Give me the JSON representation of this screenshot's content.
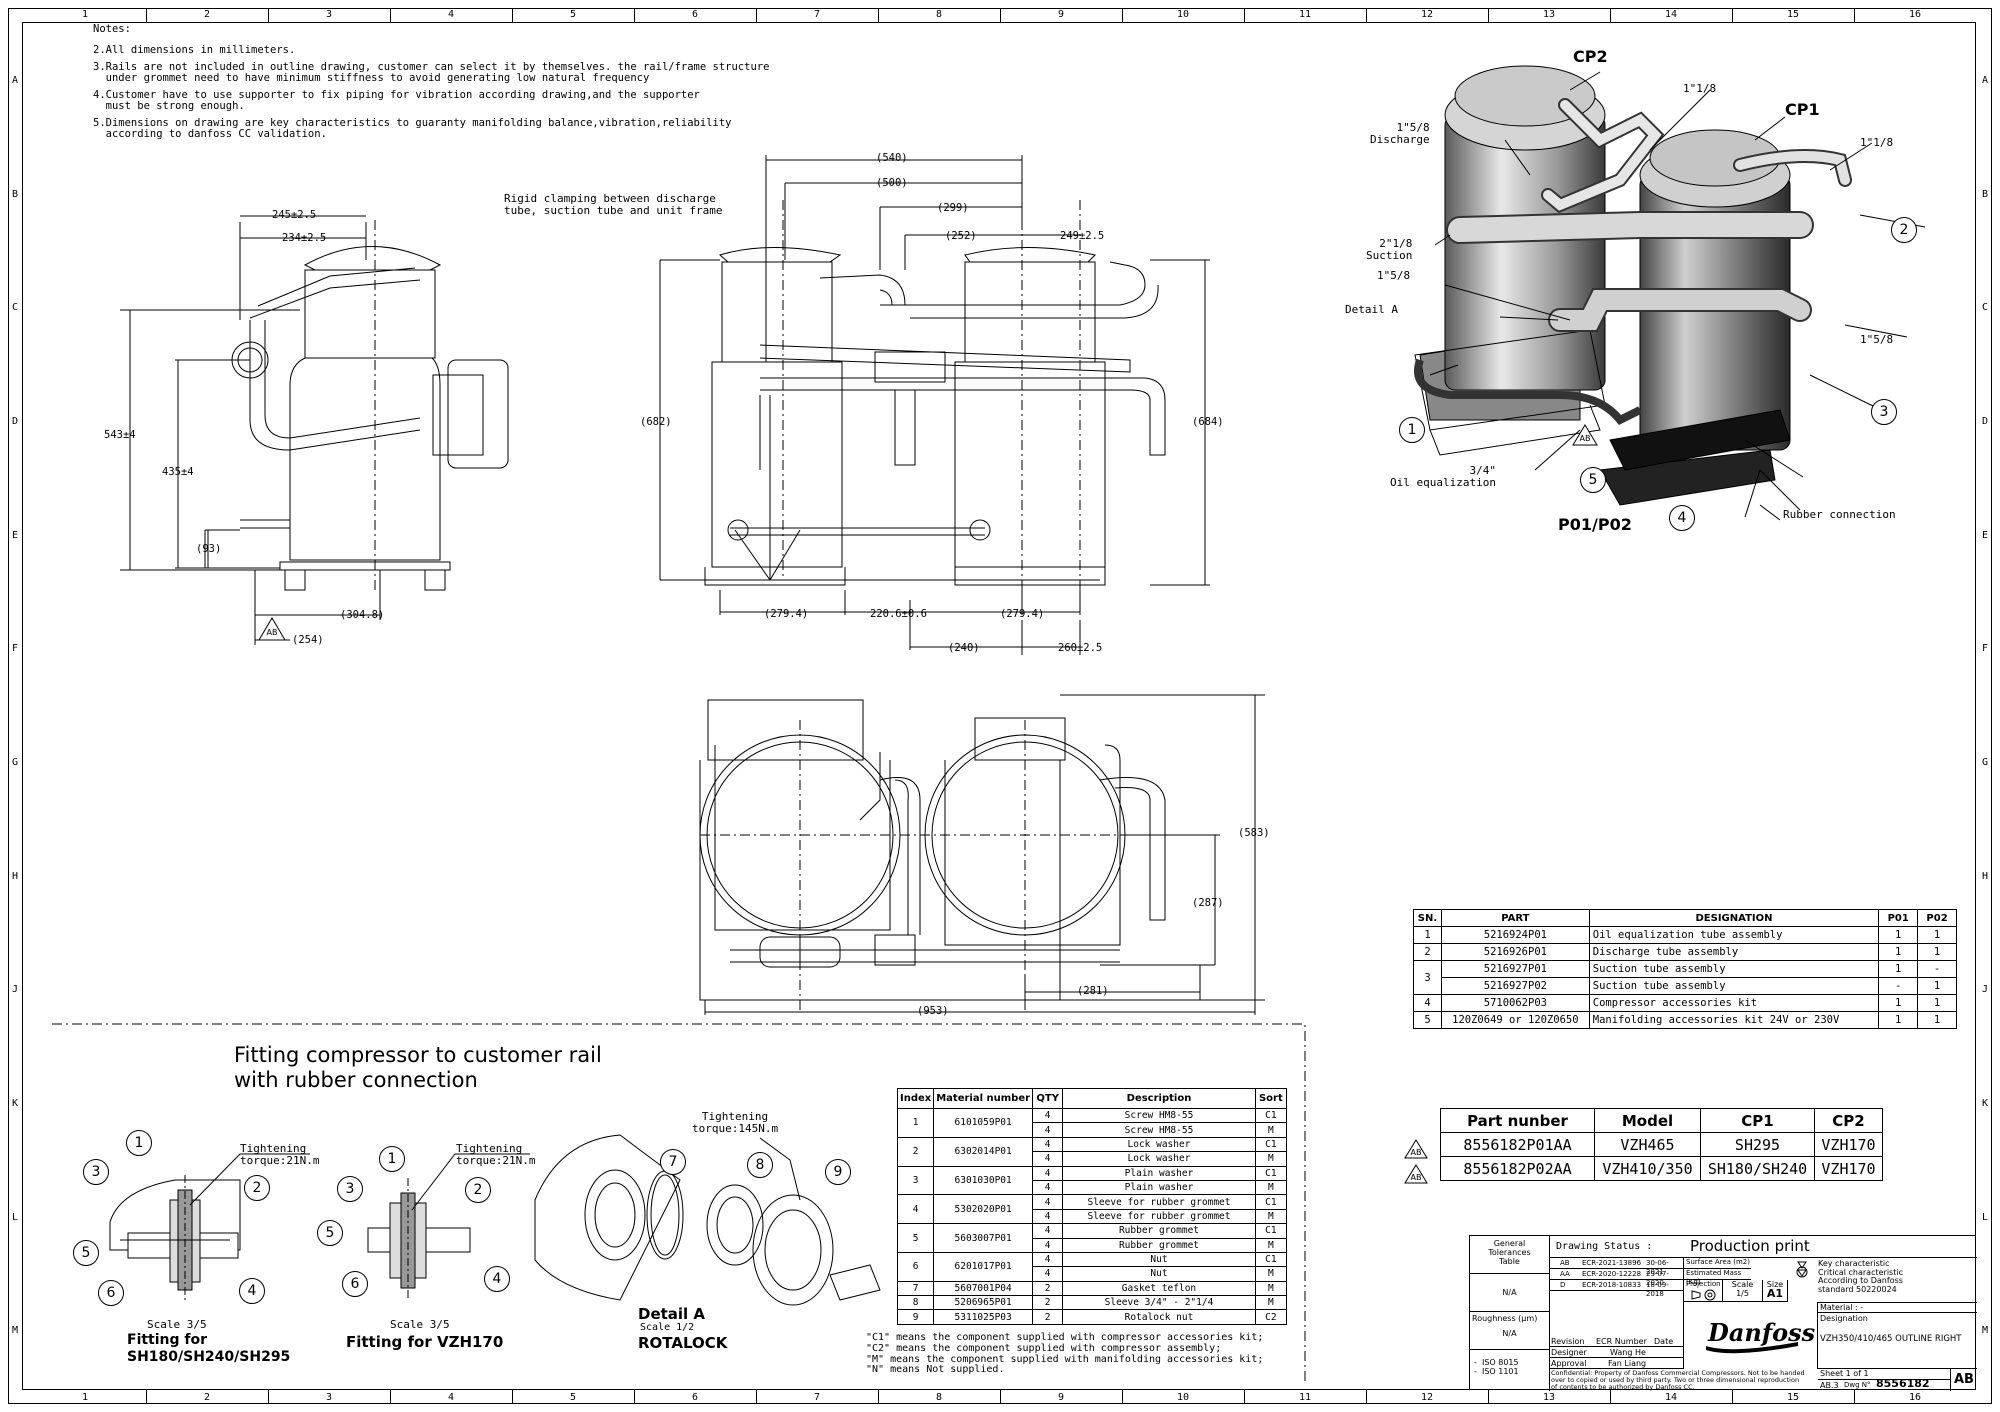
{
  "zones": {
    "columns": [
      "1",
      "2",
      "3",
      "4",
      "5",
      "6",
      "7",
      "8",
      "9",
      "10",
      "11",
      "12",
      "13",
      "14",
      "15",
      "16"
    ],
    "rows": [
      "A",
      "B",
      "C",
      "D",
      "E",
      "F",
      "G",
      "H",
      "J",
      "K",
      "L",
      "M"
    ]
  },
  "notes": {
    "title": "Notes:",
    "items": [
      "2.All dimensions in millimeters.",
      "3.Rails are not included in outline drawing, customer can select it by themselves. the rail/frame structure\n  under grommet need to have minimum stiffness to avoid generating low natural frequency",
      "4.Customer have to use supporter to fix piping for vibration according drawing,and the supporter\n  must be strong enough.",
      "5.Dimensions on drawing are key characteristics to guaranty manifolding balance,vibration,reliability\n  according to danfoss CC validation."
    ]
  },
  "side_view": {
    "d245": "245±2.5",
    "d234": "234±2.5",
    "d543": "543±4",
    "d435": "435±4",
    "d93": "(93)",
    "d3048": "(304.8)",
    "d254": "(254)",
    "ab": "AB"
  },
  "front_view": {
    "clamp_note": "Rigid clamping between discharge\ntube, suction tube and unit frame",
    "d540": "(540)",
    "d500": "(500)",
    "d299": "(299)",
    "d252": "(252)",
    "d249": "249±2.5",
    "d682": "(682)",
    "d684": "(684)",
    "d2794a": "(279.4)",
    "d2206": "220.6±0.6",
    "d2794b": "(279.4)",
    "d240": "(240)",
    "d260": "260±2.5"
  },
  "top_view": {
    "d583": "(583)",
    "d287": "(287)",
    "d281": "(281)",
    "d953": "(953)"
  },
  "iso_view": {
    "cp2": "CP2",
    "cp1": "CP1",
    "discharge": "1\"5/8\nDischarge",
    "d118a": "1\"1/8",
    "d118b": "1\"1/8",
    "suction": "2\"1/8\nSuction",
    "d158a": "1\"5/8",
    "d158b": "1\"5/8",
    "detail_a": "Detail A",
    "oil_eq": "3/4\"\nOil equalization",
    "rubber": "Rubber connection",
    "p01p02": "P01/P02",
    "ab": "AB",
    "balloons": [
      "1",
      "2",
      "3",
      "4",
      "5"
    ]
  },
  "parts_table": {
    "headers": [
      "SN.",
      "PART",
      "DESIGNATION",
      "P01",
      "P02"
    ],
    "rows": [
      {
        "sn": "1",
        "part": "5216924P01",
        "designation": "Oil equalization tube assembly",
        "p01": "1",
        "p02": "1"
      },
      {
        "sn": "2",
        "part": "5216926P01",
        "designation": "Discharge tube assembly",
        "p01": "1",
        "p02": "1"
      },
      {
        "sn": "3",
        "part": "5216927P01",
        "designation": "Suction tube assembly",
        "p01": "1",
        "p02": "-"
      },
      {
        "sn": "",
        "part": "5216927P02",
        "designation": "Suction tube assembly",
        "p01": "-",
        "p02": "1"
      },
      {
        "sn": "4",
        "part": "5710062P03",
        "designation": "Compressor accessories kit",
        "p01": "1",
        "p02": "1"
      },
      {
        "sn": "5",
        "part": "120Z0649 or 120Z0650",
        "designation": "Manifolding accessories kit 24V or 230V",
        "p01": "1",
        "p02": "1"
      }
    ]
  },
  "model_table": {
    "headers": [
      "Part nunber",
      "Model",
      "CP1",
      "CP2"
    ],
    "rows": [
      {
        "rev": "AB",
        "part": "8556182P01AA",
        "model": "VZH465",
        "cp1": "SH295",
        "cp2": "VZH170"
      },
      {
        "rev": "AB",
        "part": "8556182P02AA",
        "model": "VZH410/350",
        "cp1": "SH180/SH240",
        "cp2": "VZH170"
      }
    ]
  },
  "fitting": {
    "title_l1": "Fitting compressor to customer rail",
    "title_l2": "with rubber connection",
    "torque_21a": "Tightening\ntorque:21N.m",
    "torque_21b": "Tightening\ntorque:21N.m",
    "torque_145": "Tightening\ntorque:145N.m",
    "scale35a": "Scale 3/5",
    "scale35b": "Scale 3/5",
    "fit_sh_l1": "Fitting for",
    "fit_sh_l2": "SH180/SH240/SH295",
    "fit_vzh": "Fitting for VZH170",
    "detail_a": "Detail A",
    "scale12": "Scale 1/2",
    "rotalock": "ROTALOCK"
  },
  "material_table": {
    "headers": [
      "Index",
      "Material number",
      "QTY",
      "Description",
      "Sort"
    ],
    "groups": [
      {
        "index": "1",
        "material": "6101059P01",
        "rows": [
          {
            "qty": "4",
            "desc": "Screw HM8-55",
            "sort": "C1"
          },
          {
            "qty": "4",
            "desc": "Screw HM8-55",
            "sort": "M"
          }
        ]
      },
      {
        "index": "2",
        "material": "6302014P01",
        "rows": [
          {
            "qty": "4",
            "desc": "Lock washer",
            "sort": "C1"
          },
          {
            "qty": "4",
            "desc": "Lock washer",
            "sort": "M"
          }
        ]
      },
      {
        "index": "3",
        "material": "6301030P01",
        "rows": [
          {
            "qty": "4",
            "desc": "Plain washer",
            "sort": "C1"
          },
          {
            "qty": "4",
            "desc": "Plain washer",
            "sort": "M"
          }
        ]
      },
      {
        "index": "4",
        "material": "5302020P01",
        "rows": [
          {
            "qty": "4",
            "desc": "Sleeve for rubber grommet",
            "sort": "C1"
          },
          {
            "qty": "4",
            "desc": "Sleeve for rubber grommet",
            "sort": "M"
          }
        ]
      },
      {
        "index": "5",
        "material": "5603007P01",
        "rows": [
          {
            "qty": "4",
            "desc": "Rubber grommet",
            "sort": "C1"
          },
          {
            "qty": "4",
            "desc": "Rubber grommet",
            "sort": "M"
          }
        ]
      },
      {
        "index": "6",
        "material": "6201017P01",
        "rows": [
          {
            "qty": "4",
            "desc": "Nut",
            "sort": "C1"
          },
          {
            "qty": "4",
            "desc": "Nut",
            "sort": "M"
          }
        ]
      },
      {
        "index": "7",
        "material": "5607001P04",
        "rows": [
          {
            "qty": "2",
            "desc": "Gasket teflon",
            "sort": "M"
          }
        ]
      },
      {
        "index": "8",
        "material": "5206965P01",
        "rows": [
          {
            "qty": "2",
            "desc": "Sleeve 3/4\" - 2\"1/4",
            "sort": "M"
          }
        ]
      },
      {
        "index": "9",
        "material": "5311025P03",
        "rows": [
          {
            "qty": "2",
            "desc": "Rotalock nut",
            "sort": "C2"
          }
        ]
      }
    ],
    "footnotes": [
      "\"C1\" means the component supplied with compressor accessories kit;",
      "\"C2\" means the component supplied with compressor assembly;",
      "\"M\" means the component supplied with manifolding accessories kit;",
      "\"N\" means Not supplied."
    ]
  },
  "title_block": {
    "gen_tol": "General\nTolerances\nTable",
    "na1": "N/A",
    "roughness": "Roughness (µm)",
    "na2": "N/A",
    "iso": "-  ISO 8015\n-  ISO 1101",
    "drawing_status_label": "Drawing Status :",
    "drawing_status": "Production print",
    "revisions": [
      {
        "rev": "AB",
        "ecr": "ECR-2021-13896",
        "date": "30-06-2021"
      },
      {
        "rev": "AA",
        "ecr": "ECR-2020-12228",
        "date": "29-07-2020"
      },
      {
        "rev": "D",
        "ecr": "ECR-2018-10833",
        "date": "18-09-2018"
      }
    ],
    "rev_label": "Revision",
    "ecr_label": "ECR Number",
    "date_label": "Date",
    "designer_label": "Designer",
    "designer": "Wang He",
    "approval_label": "Approval",
    "approval": "Fan Liang",
    "surface_area": "Surface Area (m2)",
    "est_mass": "Estimated Mass (Kg)",
    "projection": "Projection",
    "scale_label": "Scale",
    "scale": "1/5",
    "size_label": "Size",
    "size": "A1",
    "key_char": "Key characteristic",
    "crit_char": "Critical characteristic\nAccording to Danfoss\nstandard 50220024",
    "material_label": "Material : -",
    "designation_label": "Designation",
    "designation": "VZH350/410/465 OUTLINE RIGHT",
    "logo": "Danfoss",
    "confidential": "Confidential: Property of Danfoss Commercial Compressors. Not to be handed\nover to copied or used by third party. Two or three dimensional reproduction\nof contents to be authorized by Danfoss CC.",
    "sheet": "Sheet 1 of 1",
    "doc_ref": "AB.3",
    "dwg_label": "Dwg N°",
    "dwg_no": "8556182",
    "rev_current": "AB"
  },
  "colors": {
    "line": "#000000",
    "shade_dark": "#3a3a3a",
    "shade_light": "#d8d8d8"
  }
}
